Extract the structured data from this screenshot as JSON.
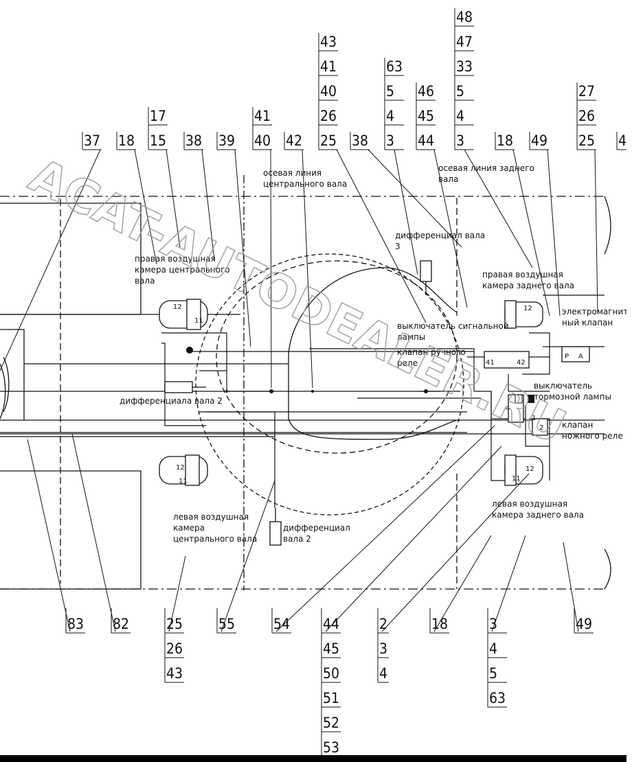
{
  "watermark": "ACAT-AUTODEALER.RU",
  "colors": {
    "line": "#111111",
    "watermark": "#9a9a9a",
    "frame": "#000000"
  },
  "callouts_top": [
    [
      "37"
    ],
    [
      "18"
    ],
    [
      "17",
      "15"
    ],
    [
      "38"
    ],
    [
      "39"
    ],
    [
      "41",
      "40"
    ],
    [
      "42"
    ],
    [
      "43",
      "41",
      "40",
      "26",
      "25"
    ],
    [
      "38"
    ],
    [
      "63",
      "5",
      "4",
      "3"
    ],
    [
      "46",
      "45",
      "44"
    ],
    [
      "48",
      "47",
      "33",
      "5",
      "4",
      "3"
    ],
    [
      "18"
    ],
    [
      "49"
    ],
    [
      "27",
      "26",
      "25"
    ],
    [
      "4"
    ]
  ],
  "callouts_bottom": [
    [
      "83"
    ],
    [
      "82"
    ],
    [
      "25",
      "26",
      "43"
    ],
    [
      "55"
    ],
    [
      "54"
    ],
    [
      "44",
      "45",
      "50",
      "51",
      "52",
      "53"
    ],
    [
      "2",
      "3",
      "4"
    ],
    [
      "18"
    ],
    [
      "3",
      "4",
      "5",
      "63"
    ],
    [
      "49"
    ]
  ],
  "labels": {
    "central_axis": [
      "осевая линия",
      "центрального вала"
    ],
    "rear_axis": [
      "осевая линия заднего",
      "вала"
    ],
    "diff3": [
      "дифференциал вала",
      "3"
    ],
    "right_chamber_central": [
      "правая воздушная",
      "камера центрального",
      "вала"
    ],
    "right_chamber_rear": [
      "правая воздушная",
      "камера заднего вала"
    ],
    "solenoid": [
      "электромагнит",
      "ный клапан"
    ],
    "signal_switch": [
      "выключатель сигнальной",
      "лампы"
    ],
    "hand_relay": [
      "клапан ручного",
      "реле"
    ],
    "brake_light_switch": [
      "выключатель",
      "тормозной лампы"
    ],
    "foot_relay": [
      "клапан",
      "ножного реле"
    ],
    "diff2_left": [
      "дифференциала вала 2"
    ],
    "left_chamber_central": [
      "левая воздушная",
      "камера",
      "центрального вала"
    ],
    "diff2_bottom": [
      "дифференциал",
      "вала 2"
    ],
    "left_chamber_rear": [
      "левая воздушная",
      "камера заднего вала"
    ]
  },
  "ports": {
    "rc_central": [
      "12",
      "11"
    ],
    "lc_central": [
      "12",
      "11"
    ],
    "rc_rear": [
      "12"
    ],
    "lc_rear": [
      "12",
      "11"
    ],
    "hand_relay": [
      "41",
      "42"
    ],
    "foot_relay": [
      "4",
      "1",
      "2"
    ],
    "solenoid": [
      "P",
      "A"
    ]
  }
}
